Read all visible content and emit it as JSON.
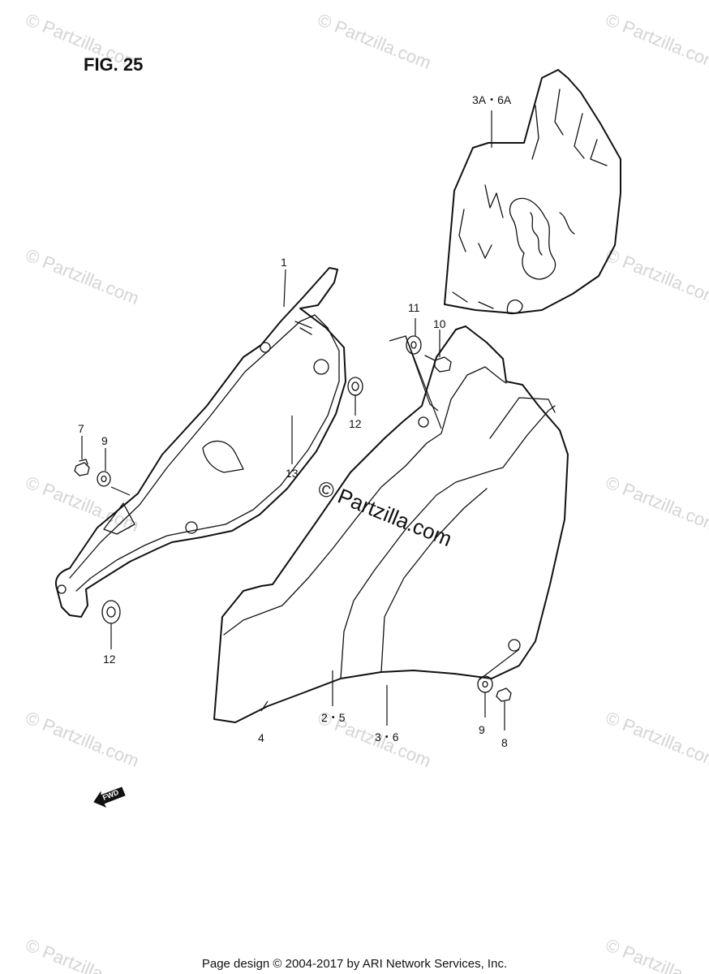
{
  "figure": {
    "title": "FIG. 25"
  },
  "callouts": {
    "c1": "1",
    "c4": "4",
    "c7": "7",
    "c8": "8",
    "c9_left": "9",
    "c9_right": "9",
    "c10": "10",
    "c11": "11",
    "c12_upper": "12",
    "c12_lower": "12",
    "c13": "13",
    "c25": "2・5",
    "c36": "3・6",
    "c3a6a": "3A・6A"
  },
  "fwd_arrow": {
    "label": "FWD"
  },
  "watermark": {
    "center": "© Partzilla.com",
    "repeat": "© Partzilla.com",
    "color": "#d4d4d4"
  },
  "footer": {
    "text": "Page design © 2004-2017 by ARI Network Services, Inc."
  }
}
